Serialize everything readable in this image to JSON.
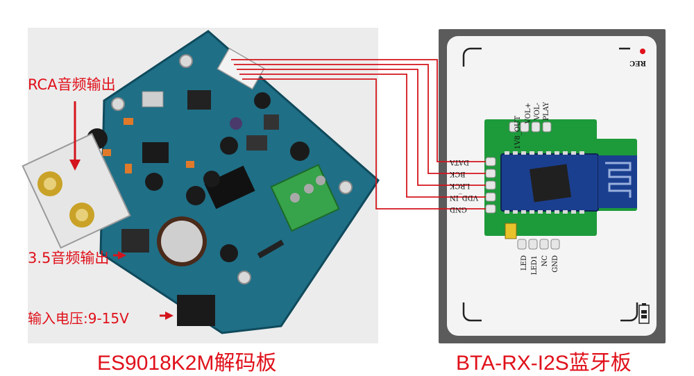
{
  "left_board": {
    "labels": {
      "rca": "RCA音频输出",
      "jack": "3.5音频输出",
      "power": "输入电压:9-15V"
    },
    "caption": "ES9018K2M解码板"
  },
  "right_board": {
    "caption": "BTA-RX-I2S蓝牙板",
    "rec_label": "REC",
    "top_pins": [
      "PLAY",
      "VOL-",
      "VOL+",
      "1V8_OUT"
    ],
    "side_pins": [
      "DATA",
      "BCK",
      "LRCK",
      "VDD_IN",
      "GND"
    ],
    "bottom_pins": [
      "GND",
      "NC",
      "LED1",
      "LED"
    ]
  },
  "colors": {
    "accent": "#e0101a",
    "pcb": "#1f6f86",
    "module": "#1d9a3a",
    "bt_module": "#1b3f8f"
  }
}
